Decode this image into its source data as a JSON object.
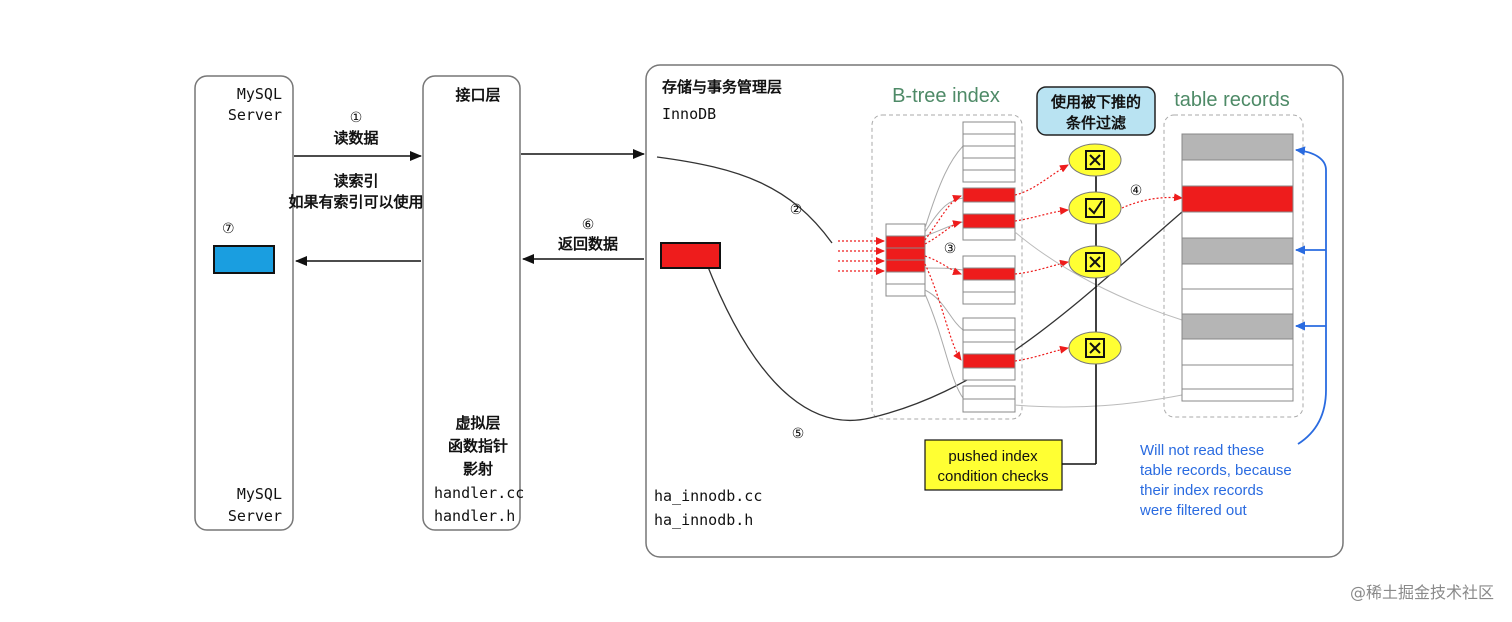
{
  "mysql_box": {
    "top_label_1": "MySQL",
    "top_label_2": "Server",
    "bottom_label_1": "MySQL",
    "bottom_label_2": "Server",
    "marker": "⑦"
  },
  "interface_box": {
    "title": "接口层",
    "virtual_lines": [
      "虚拟层",
      "函数指针",
      "影射"
    ],
    "files": [
      "handler.cc",
      "handler.h"
    ]
  },
  "storage_box": {
    "title": "存储与事务管理层",
    "engine": "InnoDB",
    "files": [
      "ha_innodb.cc",
      "ha_innodb.h"
    ]
  },
  "arrow_read": {
    "num": "①",
    "label": "读数据"
  },
  "read_index": {
    "line1": "读索引",
    "line2": "如果有索引可以使用"
  },
  "arrow_return": {
    "num": "⑥",
    "label": "返回数据"
  },
  "btree_title": "B-tree index",
  "filter_title": {
    "line1": "使用被下推的",
    "line2": "条件过滤"
  },
  "table_title": "table records",
  "step_labels": {
    "s2": "②",
    "s3": "③",
    "s4": "④",
    "s5": "⑤"
  },
  "pushed_box": {
    "line1": "pushed index",
    "line2": "condition checks"
  },
  "note": {
    "line1": "Will not read these",
    "line2": "table records, because",
    "line3": "their index records",
    "line4": "were filtered out"
  },
  "check_marks": [
    "☒",
    "☑",
    "☒",
    "☒"
  ],
  "watermark": "@稀土掘金技术社区",
  "colors": {
    "red": "#ee1c1c",
    "blue": "#1a9ee0",
    "yellow": "#ffff33",
    "gray": "#b5b5b5",
    "note_blue": "#2a6be0",
    "btree_green": "#4e8a67",
    "filter_bg": "#b9e3f2"
  }
}
